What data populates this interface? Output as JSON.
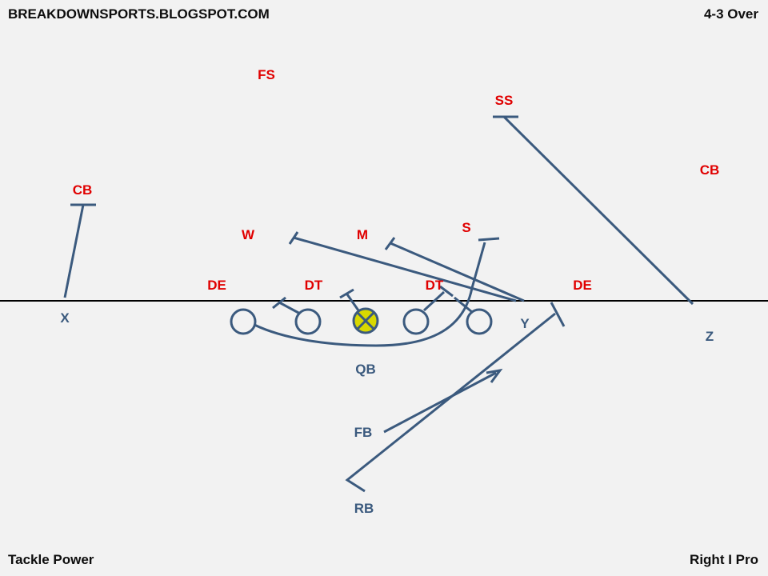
{
  "header": {
    "site": "BREAKDOWNSPORTS.BLOGSPOT.COM",
    "defense_formation": "4-3 Over"
  },
  "footer": {
    "play": "Tackle Power",
    "offense_formation": "Right I Pro"
  },
  "colors": {
    "background": "#f2f2f2",
    "defense": "#e00000",
    "offense": "#3b5a7e",
    "line": "#000000",
    "ball": "#d8d800"
  },
  "defense": {
    "fs": "FS",
    "ss": "SS",
    "cb_left": "CB",
    "cb_right": "CB",
    "w": "W",
    "m": "M",
    "s": "S",
    "de_left": "DE",
    "dt_left": "DT",
    "dt_right": "DT",
    "de_right": "DE"
  },
  "offense": {
    "x": "X",
    "y": "Y",
    "z": "Z",
    "qb": "QB",
    "fb": "FB",
    "rb": "RB"
  }
}
